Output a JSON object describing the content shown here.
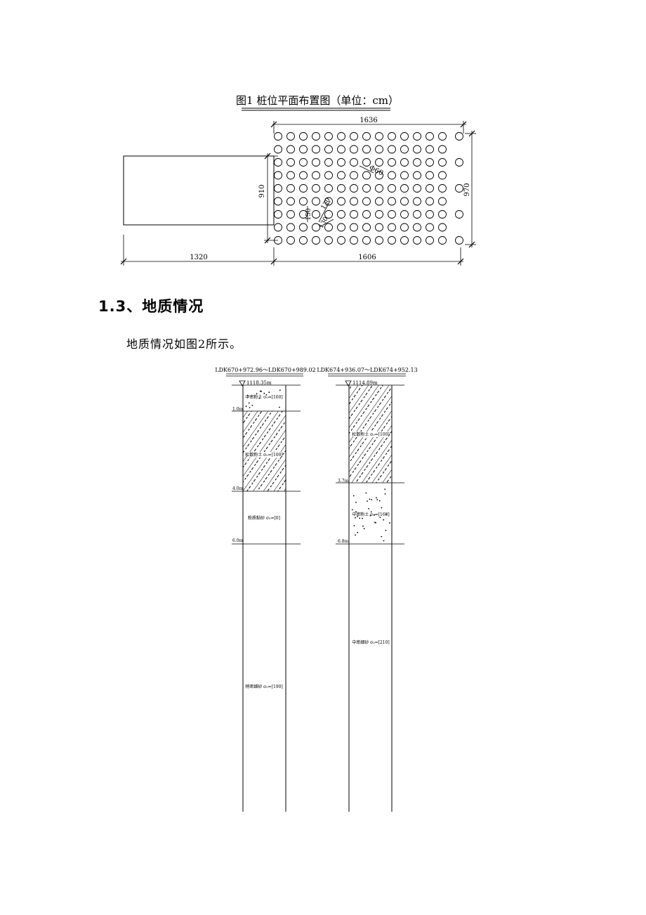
{
  "figure1": {
    "title": "图1 桩位平面布置图（单位：cm）",
    "dim_top": "1636",
    "dim_bottom_left": "1320",
    "dim_bottom_right": "1606",
    "dim_left": "910",
    "dim_right": "970",
    "pile_diameter_label": "Φ60",
    "spacing_label_a": "150",
    "spacing_label_b": "130",
    "spacing_label_c": "130"
  },
  "section": {
    "heading": "1.3、地质情况",
    "paragraph": "地质情况如图2所示。"
  },
  "figure2": {
    "columns": [
      {
        "station": "LDK670+972.96～LDK670+989.02",
        "elevation": "1118.35m",
        "layers": [
          {
            "label": "中密粉土 σ₀=[160]",
            "depth": "1.0m",
            "pattern": "dots"
          },
          {
            "label": "松散粉土 σ₀=[100]",
            "depth": "4.0m",
            "pattern": "hatch"
          },
          {
            "label": "粉质黏砂 σ₀=[0]",
            "depth": "6.0m",
            "pattern": "blank"
          },
          {
            "label": "稍密细砂 σ₀=[190]",
            "depth": "",
            "pattern": "blank"
          }
        ]
      },
      {
        "station": "LDK674+936.07～LDK674+952.13",
        "elevation": "1114.89m",
        "layers": [
          {
            "label": "松散粉土 σ₀=[100]",
            "depth": "3.7m",
            "pattern": "hatch"
          },
          {
            "label": "中密粉土 σ₀=[160]",
            "depth": "6.8m",
            "pattern": "dots"
          },
          {
            "label": "中密细砂 σ₀=[210]",
            "depth": "",
            "pattern": "blank"
          }
        ]
      }
    ]
  }
}
